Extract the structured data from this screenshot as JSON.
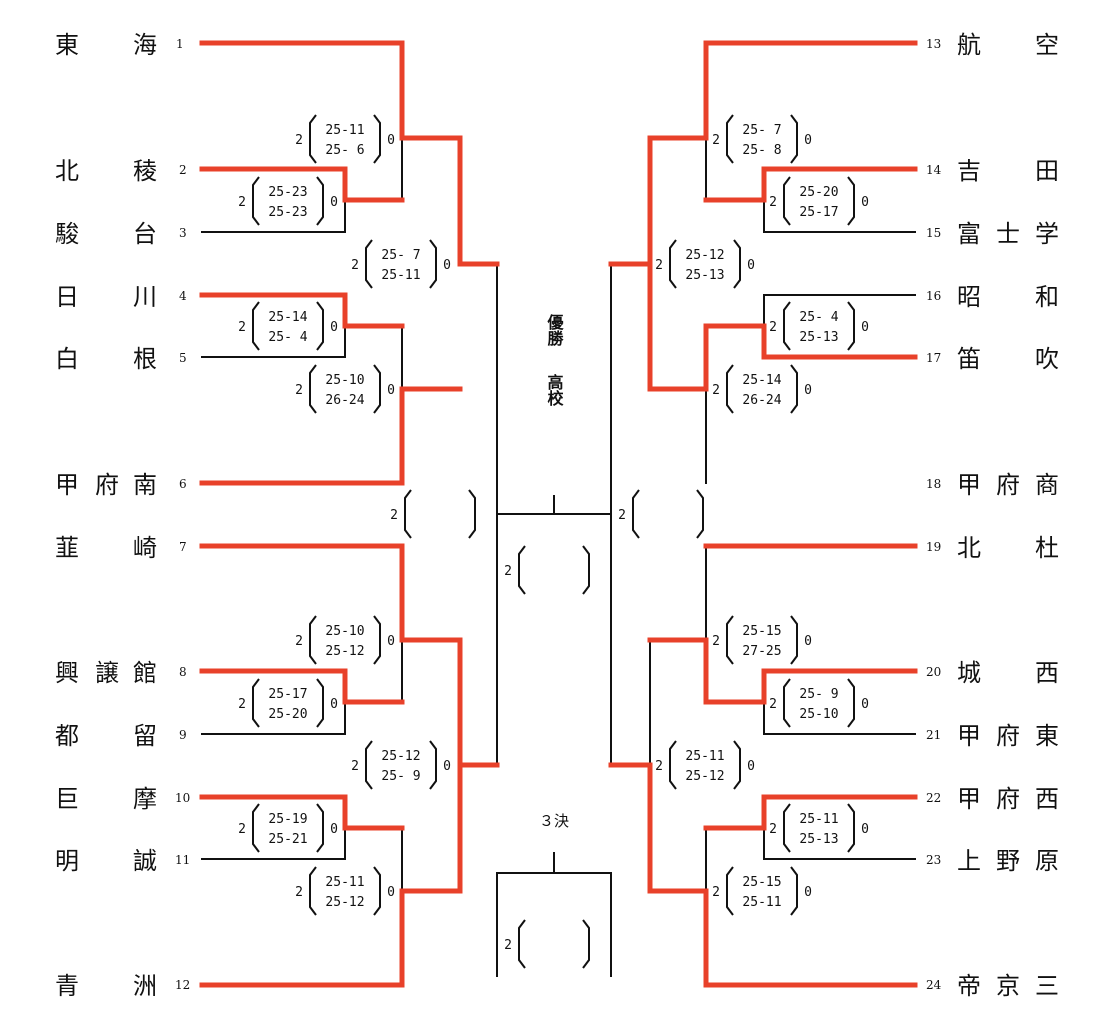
{
  "title_lines": [
    "優勝",
    "高校"
  ],
  "third_place_label": "３決",
  "colors": {
    "winner_line": "#e8412a",
    "line": "#111111"
  },
  "teams_left": [
    {
      "seed": "1",
      "chars": [
        "東",
        "",
        "海"
      ]
    },
    {
      "seed": "2",
      "chars": [
        "北",
        "",
        "稜"
      ]
    },
    {
      "seed": "3",
      "chars": [
        "駿",
        "",
        "台"
      ]
    },
    {
      "seed": "4",
      "chars": [
        "日",
        "",
        "川"
      ]
    },
    {
      "seed": "5",
      "chars": [
        "白",
        "",
        "根"
      ]
    },
    {
      "seed": "6",
      "chars": [
        "甲",
        "府",
        "南"
      ]
    },
    {
      "seed": "7",
      "chars": [
        "韮",
        "",
        "崎"
      ]
    },
    {
      "seed": "8",
      "chars": [
        "興",
        "譲",
        "館"
      ]
    },
    {
      "seed": "9",
      "chars": [
        "都",
        "",
        "留"
      ]
    },
    {
      "seed": "10",
      "chars": [
        "巨",
        "",
        "摩"
      ]
    },
    {
      "seed": "11",
      "chars": [
        "明",
        "",
        "誠"
      ]
    },
    {
      "seed": "12",
      "chars": [
        "青",
        "",
        "洲"
      ]
    }
  ],
  "teams_right": [
    {
      "seed": "13",
      "chars": [
        "航",
        "",
        "空"
      ]
    },
    {
      "seed": "14",
      "chars": [
        "吉",
        "",
        "田"
      ]
    },
    {
      "seed": "15",
      "chars": [
        "富",
        "士",
        "学"
      ]
    },
    {
      "seed": "16",
      "chars": [
        "昭",
        "",
        "和"
      ]
    },
    {
      "seed": "17",
      "chars": [
        "笛",
        "",
        "吹"
      ]
    },
    {
      "seed": "18",
      "chars": [
        "甲",
        "府",
        "商"
      ]
    },
    {
      "seed": "19",
      "chars": [
        "北",
        "",
        "杜"
      ]
    },
    {
      "seed": "20",
      "chars": [
        "城",
        "",
        "西"
      ]
    },
    {
      "seed": "21",
      "chars": [
        "甲",
        "府",
        "東"
      ]
    },
    {
      "seed": "22",
      "chars": [
        "甲",
        "府",
        "西"
      ]
    },
    {
      "seed": "23",
      "chars": [
        "上",
        "野",
        "原"
      ]
    },
    {
      "seed": "24",
      "chars": [
        "帝",
        "京",
        "三"
      ]
    }
  ],
  "matches": [
    {
      "winner_sets": "2",
      "loser_sets": "0",
      "scores": [
        "25-23",
        "25-23"
      ]
    },
    {
      "winner_sets": "2",
      "loser_sets": "0",
      "scores": [
        "25-11",
        "25- 6"
      ]
    },
    {
      "winner_sets": "2",
      "loser_sets": "0",
      "scores": [
        "25-14",
        "25- 4"
      ]
    },
    {
      "winner_sets": "2",
      "loser_sets": "0",
      "scores": [
        "25-10",
        "26-24"
      ]
    },
    {
      "winner_sets": "2",
      "loser_sets": "0",
      "scores": [
        "25- 7",
        "25-11"
      ]
    },
    {
      "winner_sets": "2",
      "loser_sets": "0",
      "scores": [
        "25-17",
        "25-20"
      ]
    },
    {
      "winner_sets": "2",
      "loser_sets": "0",
      "scores": [
        "25-10",
        "25-12"
      ]
    },
    {
      "winner_sets": "2",
      "loser_sets": "0",
      "scores": [
        "25-19",
        "25-21"
      ]
    },
    {
      "winner_sets": "2",
      "loser_sets": "0",
      "scores": [
        "25-11",
        "25-12"
      ]
    },
    {
      "winner_sets": "2",
      "loser_sets": "0",
      "scores": [
        "25-12",
        "25- 9"
      ]
    },
    {
      "winner_sets": "2",
      "loser_sets": "0",
      "scores": [
        "25-20",
        "25-17"
      ]
    },
    {
      "winner_sets": "2",
      "loser_sets": "0",
      "scores": [
        "25- 7",
        "25- 8"
      ]
    },
    {
      "winner_sets": "2",
      "loser_sets": "0",
      "scores": [
        "25- 4",
        "25-13"
      ]
    },
    {
      "winner_sets": "2",
      "loser_sets": "0",
      "scores": [
        "25-14",
        "26-24"
      ]
    },
    {
      "winner_sets": "2",
      "loser_sets": "0",
      "scores": [
        "25-12",
        "25-13"
      ]
    },
    {
      "winner_sets": "2",
      "loser_sets": "0",
      "scores": [
        "25- 9",
        "25-10"
      ]
    },
    {
      "winner_sets": "2",
      "loser_sets": "0",
      "scores": [
        "25-15",
        "27-25"
      ]
    },
    {
      "winner_sets": "2",
      "loser_sets": "0",
      "scores": [
        "25-11",
        "25-13"
      ]
    },
    {
      "winner_sets": "2",
      "loser_sets": "0",
      "scores": [
        "25-15",
        "25-11"
      ]
    },
    {
      "winner_sets": "2",
      "loser_sets": "0",
      "scores": [
        "25-11",
        "25-12"
      ]
    }
  ],
  "pending_matches": [
    {
      "sets": "2"
    },
    {
      "sets": "2"
    },
    {
      "sets": "2"
    },
    {
      "sets": "2"
    }
  ]
}
